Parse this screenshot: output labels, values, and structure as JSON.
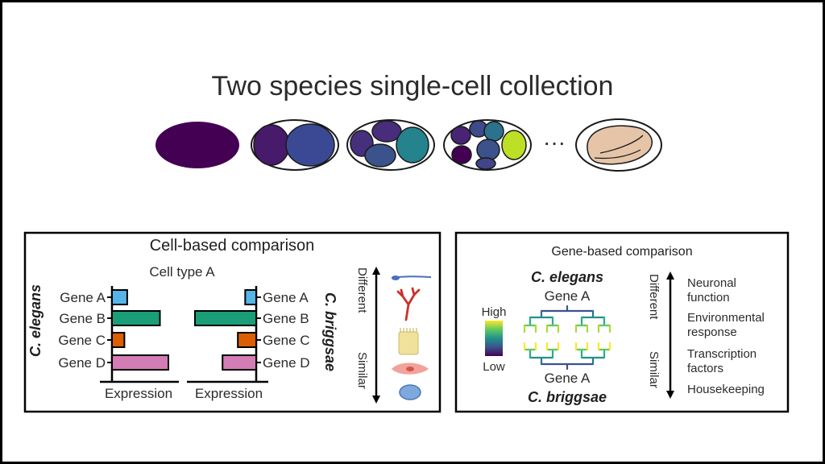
{
  "title": "Two species single-cell collection",
  "ellipsis": "···",
  "left_panel": {
    "title": "Cell-based comparison",
    "subtitle": "Cell type A",
    "species_left": "C. elegans",
    "species_right": "C. briggsae",
    "genes": [
      "Gene A",
      "Gene B",
      "Gene C",
      "Gene D"
    ],
    "left_values": [
      0.27,
      0.85,
      0.22,
      1.0
    ],
    "right_values": [
      0.18,
      1.0,
      0.3,
      0.55
    ],
    "bar_colors": [
      "#56b4e9",
      "#1a9e77",
      "#d95f02",
      "#d47cb5"
    ],
    "xlabel_left": "Expression",
    "xlabel_right": "Expression",
    "axis_top": "Different",
    "axis_bottom": "Similar",
    "cell_icons": [
      "neuron-cell-icon",
      "branched-cell-icon",
      "epithelial-cell-icon",
      "muscle-cell-icon",
      "round-cell-icon"
    ]
  },
  "right_panel": {
    "title": "Gene-based comparison",
    "species_top": "C. elegans",
    "gene_top": "Gene A",
    "gene_bottom": "Gene A",
    "species_bottom": "C. briggsae",
    "legend_high": "High",
    "legend_low": "Low",
    "axis_top": "Different",
    "axis_bottom": "Similar",
    "categories": [
      [
        "Neuronal",
        "function"
      ],
      [
        "Environmental",
        "response"
      ],
      [
        "Transcription",
        "factors"
      ],
      [
        "Housekeeping"
      ]
    ]
  },
  "colors": {
    "viridis": [
      "#440154",
      "#3b528b",
      "#21918c",
      "#5ec962",
      "#fde725"
    ],
    "embryo_late": "#e5c4a8"
  }
}
